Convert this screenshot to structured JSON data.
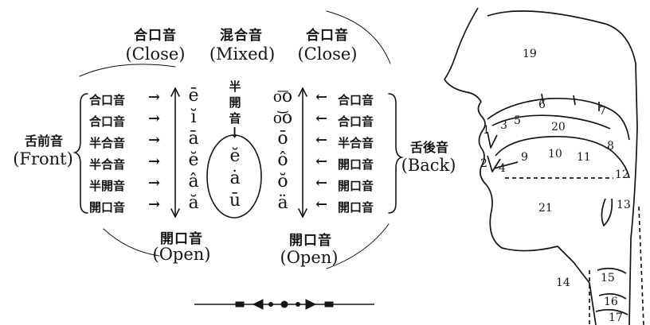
{
  "headers": {
    "close_left": "合口音",
    "close_left_en": "(Close)",
    "mixed": "混合音",
    "mixed_en": "(Mixed)",
    "close_right": "合口音",
    "close_right_en": "(Close)",
    "open_left": "開口音",
    "open_left_en": "(Open)",
    "open_right": "開口音",
    "open_right_en": "(Open)"
  },
  "front": {
    "label": "舌前音",
    "label_en": "(Front)"
  },
  "back": {
    "label": "舌後音",
    "label_en": "(Back)"
  },
  "mixed_note": [
    "半",
    "開",
    "音"
  ],
  "front_rows": [
    {
      "label": "合口音",
      "vowel": "ē"
    },
    {
      "label": "合口音",
      "vowel": "ĭ"
    },
    {
      "label": "半合音",
      "vowel": "ā"
    },
    {
      "label": "半合音",
      "vowel": "ĕ"
    },
    {
      "label": "半開音",
      "vowel": "â"
    },
    {
      "label": "開口音",
      "vowel": "ă"
    }
  ],
  "mixed_vowels": [
    "ĕ",
    "ȧ",
    "ū"
  ],
  "back_rows": [
    {
      "label": "合口音",
      "vowel": "o͞o"
    },
    {
      "label": "合口音",
      "vowel": "o͝o"
    },
    {
      "label": "半合音",
      "vowel": "ō"
    },
    {
      "label": "開口音",
      "vowel": "ô"
    },
    {
      "label": "開口音",
      "vowel": "ŏ"
    },
    {
      "label": "開口音",
      "vowel": "ä"
    }
  ],
  "arrows": {
    "right": "→",
    "left": "←",
    "down": "↓",
    "up": "↑"
  },
  "anatomy_numbers": [
    "1",
    "2",
    "3",
    "4",
    "5",
    "6",
    "7",
    "8",
    "9",
    "10",
    "11",
    "12",
    "13",
    "14",
    "15",
    "16",
    "17",
    "19",
    "20",
    "21"
  ],
  "colors": {
    "ink": "#151515",
    "paper": "#ffffff"
  }
}
